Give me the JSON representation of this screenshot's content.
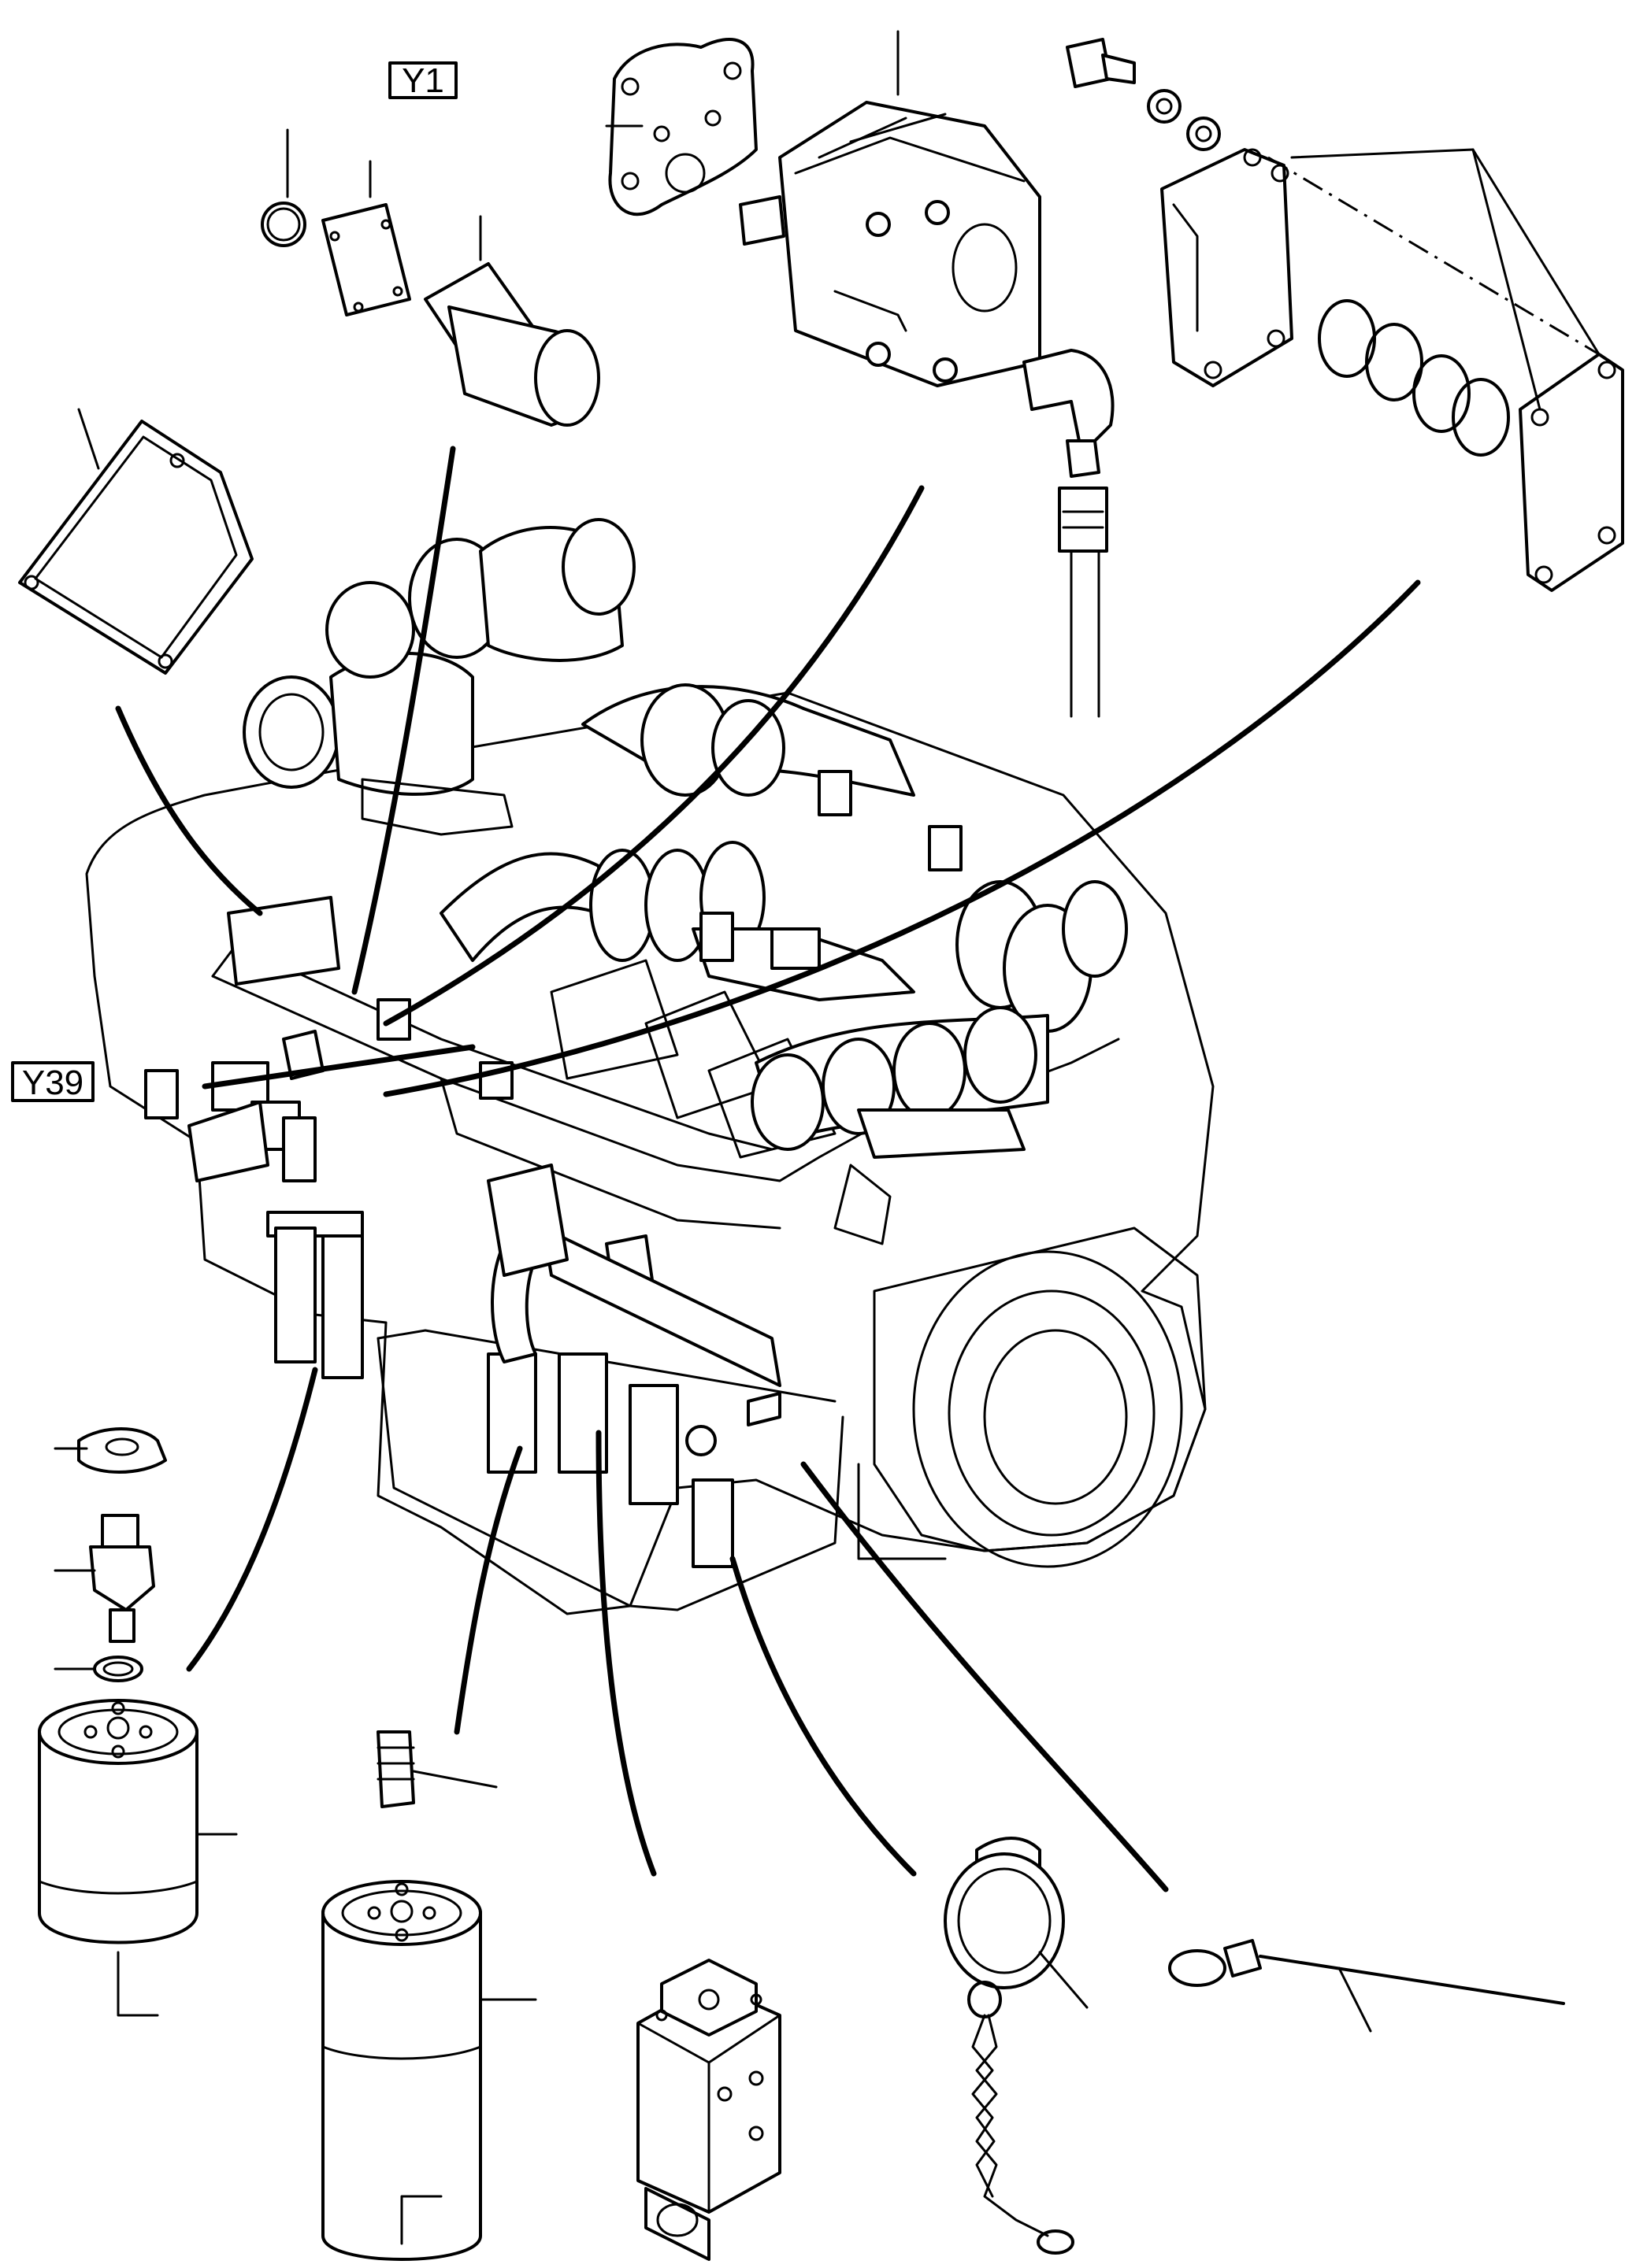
{
  "figure": {
    "callouts": [
      {
        "id": "y1",
        "text": "Y1"
      },
      {
        "id": "y39",
        "text": "Y39"
      }
    ]
  }
}
